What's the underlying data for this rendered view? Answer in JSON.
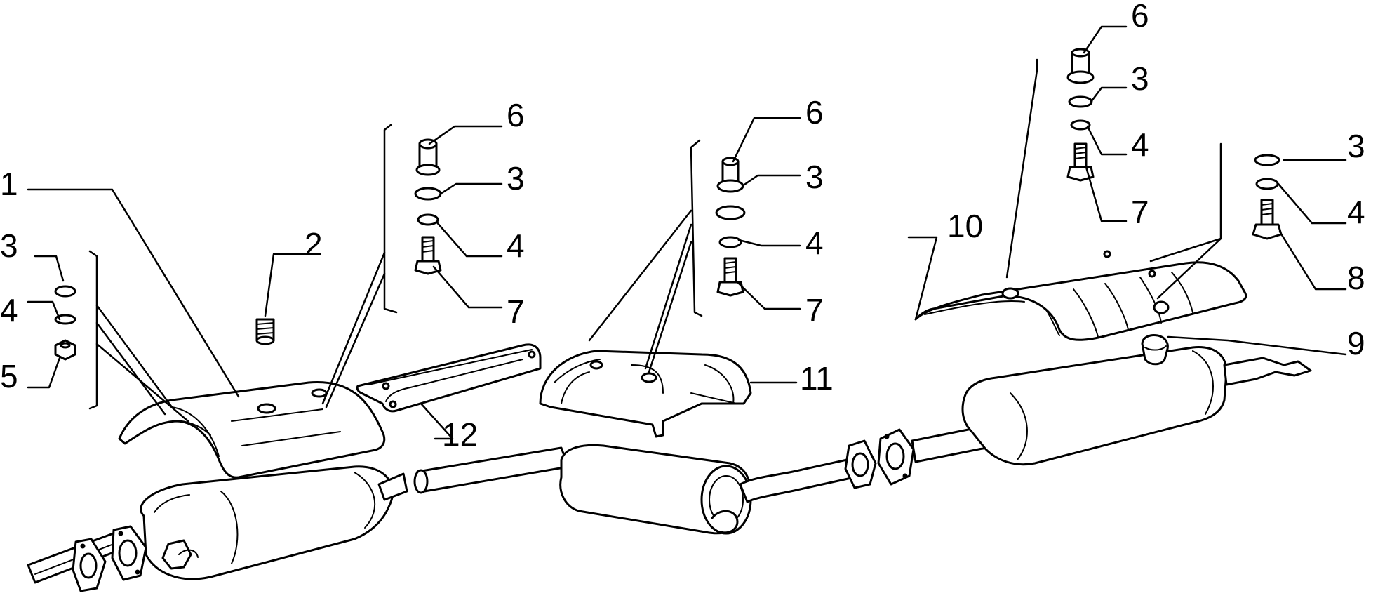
{
  "diagram": {
    "colors": {
      "ink": "#000000",
      "paper": "#ffffff"
    },
    "callouts": [
      {
        "id": "c1",
        "label": "1"
      },
      {
        "id": "c2",
        "label": "2"
      },
      {
        "id": "c3a",
        "label": "3"
      },
      {
        "id": "c4a",
        "label": "4"
      },
      {
        "id": "c5",
        "label": "5"
      },
      {
        "id": "c6a",
        "label": "6"
      },
      {
        "id": "c3b",
        "label": "3"
      },
      {
        "id": "c4b",
        "label": "4"
      },
      {
        "id": "c7a",
        "label": "7"
      },
      {
        "id": "c12",
        "label": "12"
      },
      {
        "id": "c6b",
        "label": "6"
      },
      {
        "id": "c3c",
        "label": "3"
      },
      {
        "id": "c4c",
        "label": "4"
      },
      {
        "id": "c7b",
        "label": "7"
      },
      {
        "id": "c11",
        "label": "11"
      },
      {
        "id": "c6c",
        "label": "6"
      },
      {
        "id": "c3d",
        "label": "3"
      },
      {
        "id": "c4d",
        "label": "4"
      },
      {
        "id": "c7c",
        "label": "7"
      },
      {
        "id": "c10",
        "label": "10"
      },
      {
        "id": "c3e",
        "label": "3"
      },
      {
        "id": "c4e",
        "label": "4"
      },
      {
        "id": "c8",
        "label": "8"
      },
      {
        "id": "c9",
        "label": "9"
      }
    ]
  }
}
